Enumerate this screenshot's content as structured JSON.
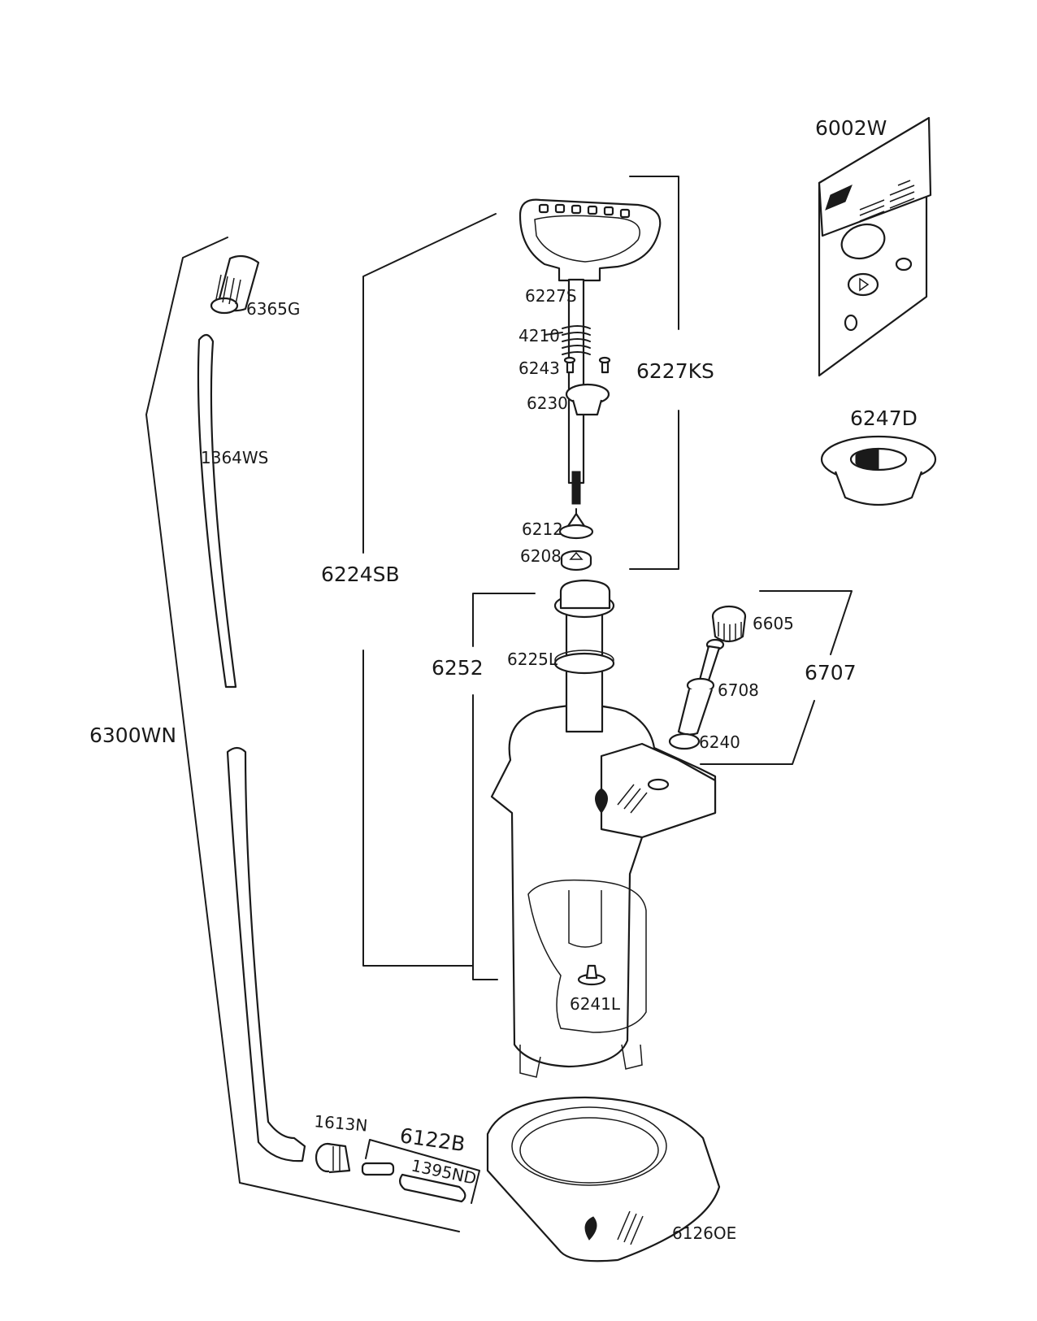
{
  "diagram": {
    "type": "exploded parts diagram",
    "subject": "pressure sprayer",
    "parts": {
      "p6002W": "6002W",
      "p6247D": "6247D",
      "p6227S": "6227S",
      "p4210": "4210",
      "p6243": "6243",
      "p6230": "6230",
      "p6227KS": "6227KS",
      "p6212": "6212",
      "p6208": "6208",
      "p6224SB": "6224SB",
      "p6252": "6252",
      "p6225L": "6225L",
      "p6605": "6605",
      "p6708": "6708",
      "p6707": "6707",
      "p6240": "6240",
      "p6241L": "6241L",
      "p6365G": "6365G",
      "p1364WS": "1364WS",
      "p6300WN": "6300WN",
      "p1613N": "1613N",
      "p6122B": "6122B",
      "p1395ND": "1395ND",
      "p6126OE": "6126OE"
    },
    "line_color": "#1a1a1a",
    "background": "#ffffff"
  }
}
